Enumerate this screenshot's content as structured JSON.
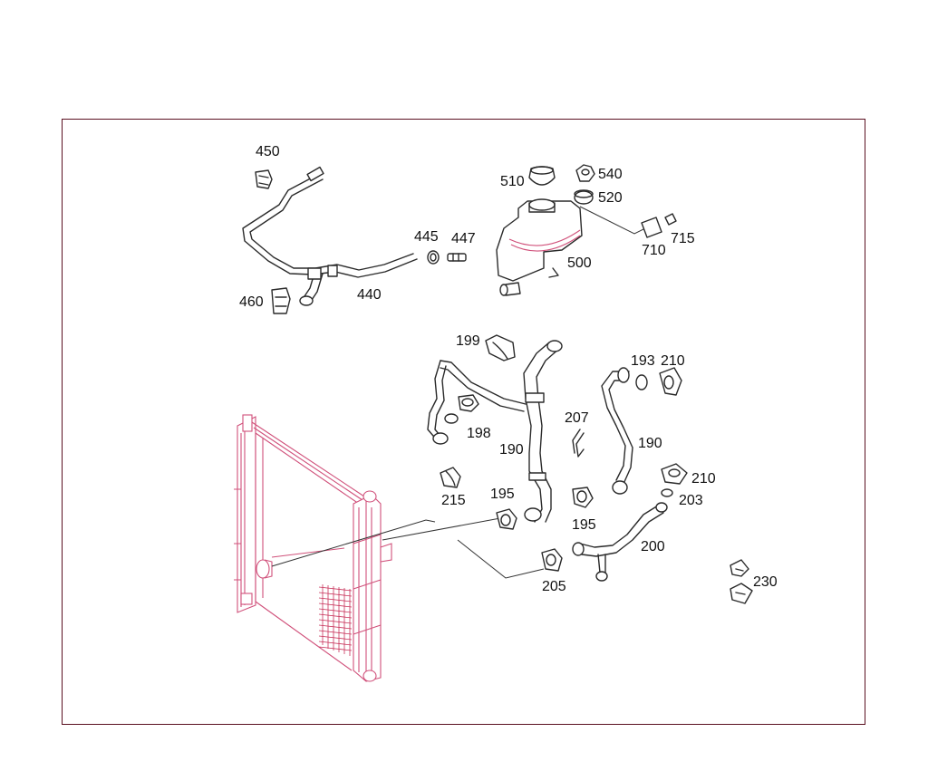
{
  "labels": [
    {
      "id": "450",
      "text": "450"
    },
    {
      "id": "460",
      "text": "460"
    },
    {
      "id": "440",
      "text": "440"
    },
    {
      "id": "445",
      "text": "445"
    },
    {
      "id": "447",
      "text": "447"
    },
    {
      "id": "510",
      "text": "510"
    },
    {
      "id": "540",
      "text": "540"
    },
    {
      "id": "520",
      "text": "520"
    },
    {
      "id": "715",
      "text": "715"
    },
    {
      "id": "710",
      "text": "710"
    },
    {
      "id": "500",
      "text": "500"
    },
    {
      "id": "199",
      "text": "199"
    },
    {
      "id": "198",
      "text": "198"
    },
    {
      "id": "190a",
      "text": "190"
    },
    {
      "id": "193",
      "text": "193"
    },
    {
      "id": "210a",
      "text": "210"
    },
    {
      "id": "190b",
      "text": "190"
    },
    {
      "id": "207",
      "text": "207"
    },
    {
      "id": "210b",
      "text": "210"
    },
    {
      "id": "203",
      "text": "203"
    },
    {
      "id": "215",
      "text": "215"
    },
    {
      "id": "195a",
      "text": "195"
    },
    {
      "id": "195b",
      "text": "195"
    },
    {
      "id": "200",
      "text": "200"
    },
    {
      "id": "205",
      "text": "205"
    },
    {
      "id": "230",
      "text": "230"
    }
  ]
}
